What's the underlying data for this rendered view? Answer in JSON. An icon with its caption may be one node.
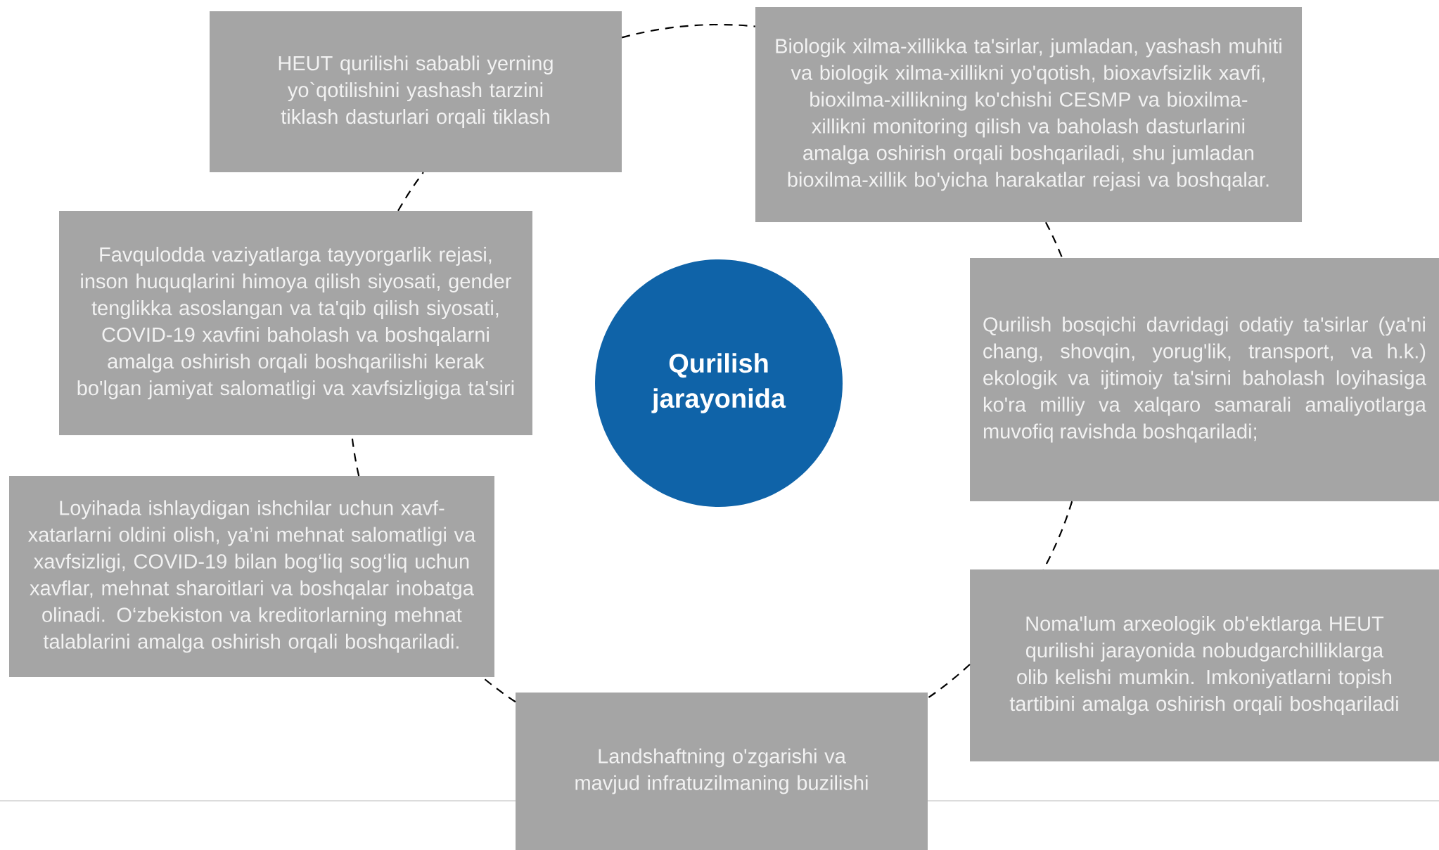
{
  "diagram": {
    "nodes": [
      {
        "text": [
          "HEUT qurilishi sababli yerning yo`qotilishini yashash tarzini tiklash dasturlari orqali tiklash"
        ]
      },
      {
        "text": [
          "Biologik xilma-xillikka ta'sirlar, jumladan, yashash muhiti va biologik xilma-xillikni yo'qotish, bioxavfsizlik xavfi, bioxilma-xillikning ko'chishi CESMP va bioxilma-xillikni monitoring qilish va baholash dasturlarini amalga oshirish orqali boshqariladi, shu jumladan bioxilma-xillik bo'yicha harakatlar rejasi va boshqalar."
        ]
      },
      {
        "text": [
          "Favqulodda vaziyatlarga tayyorgarlik rejasi, inson huquqlarini himoya qilish siyosati, gender tenglikka asoslangan va ta'qib qilish siyosati, COVID-19 xavfini baholash va boshqalarni amalga oshirish orqali boshqarilishi kerak bo'lgan jamiyat salomatligi va xavfsizligiga ta'siri"
        ]
      },
      {
        "text": [
          "Qurilish jarayonida"
        ]
      },
      {
        "text": [
          "Qurilish bosqichi davridagi odatiy ta'sirlar (ya'ni chang, shovqin, yorug'lik, transport, va h.k.) ekologik va ijtimoiy ta'sirni baholash loyihasiga ko'ra milliy va xalqaro samarali amaliyotlarga muvofiq ravishda boshqariladi;"
        ]
      },
      {
        "text": [
          "Loyihada ishlaydigan ishchilar uchun xavf-xatarlarni oldini olish, ya’ni mehnat salomatligi va xavfsizligi, COVID-19 bilan bog‘liq sog‘liq uchun xavflar, mehnat sharoitlari va boshqalar inobatga olinadi. O‘zbekiston va kreditorlarning mehnat talablarini amalga oshirish orqali boshqariladi."
        ]
      },
      {
        "text": [
          "Noma'lum arxeologik ob'ektlarga HEUT qurilishi jarayonida nobudgarchilliklarga olib kelishi mumkin. Imkoniyatlarni topish tartibini amalga oshirish orqali boshqariladi"
        ]
      },
      {
        "text": [
          "Landshaftning o'zgarishi va mavjud infratuzilmaning buzilishi"
        ]
      }
    ],
    "edges": [
      {
        "from": 0,
        "to": 1,
        "arrow": "none",
        "style": "dashed"
      },
      {
        "from": 1,
        "to": 4,
        "arrow": "none",
        "style": "dashed"
      },
      {
        "from": 4,
        "to": 6,
        "arrow": "none",
        "style": "dashed"
      },
      {
        "from": 6,
        "to": 7,
        "arrow": "none",
        "style": "dashed"
      },
      {
        "from": 7,
        "to": 5,
        "arrow": "none",
        "style": "dashed"
      },
      {
        "from": 5,
        "to": 2,
        "arrow": "none",
        "style": "dashed"
      },
      {
        "from": 2,
        "to": 0,
        "arrow": "none",
        "style": "dashed"
      }
    ]
  }
}
